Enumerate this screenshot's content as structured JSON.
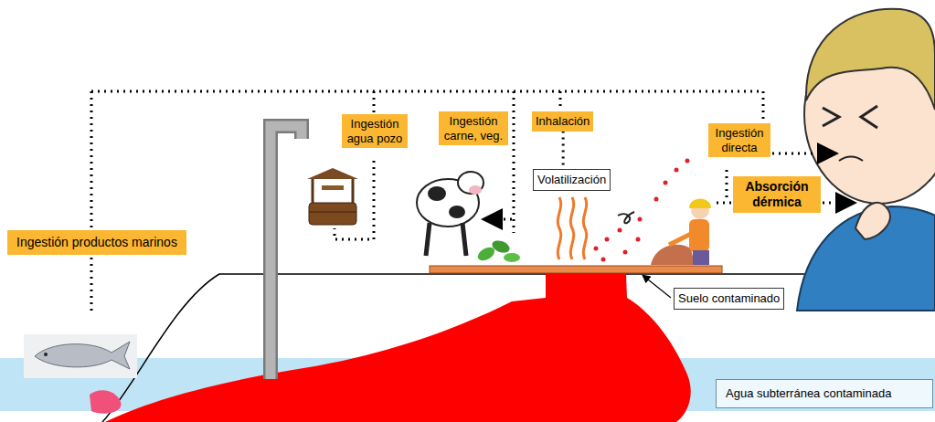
{
  "diagram": {
    "nodes": [
      {
        "text": [
          "Ingestión agua pozo"
        ]
      },
      {
        "text": [
          "Ingestión carne, veg."
        ]
      },
      {
        "text": [
          "Inhalación"
        ]
      },
      {
        "text": [
          "Volatilización"
        ]
      },
      {
        "text": [
          "Ingestión directa"
        ]
      },
      {
        "text": [
          "Absorción dérmica"
        ]
      },
      {
        "text": [
          "Ingestión productos marinos"
        ]
      },
      {
        "text": [
          "Suelo contaminado"
        ]
      },
      {
        "text": [
          "Agua subterránea contaminada"
        ]
      }
    ],
    "edges": [
      {
        "from": 2,
        "to": 3,
        "arrow": "none"
      }
    ]
  }
}
